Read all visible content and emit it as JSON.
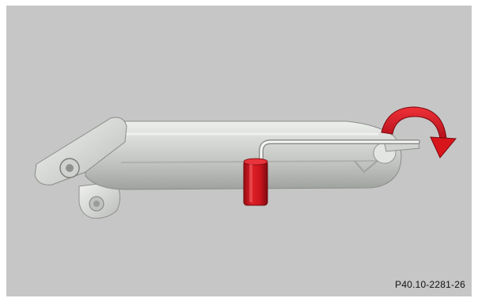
{
  "figure": {
    "code": "P40.10-2281-26"
  },
  "colors": {
    "background": "#c6c6c6",
    "jack_body": "#d4d7d3",
    "handle_red": "#cc1520",
    "arrow_red": "#d9151c",
    "text": "#111111"
  },
  "icons": {
    "rotation": "curved-arrow-clockwise",
    "crank": "crank-handle"
  }
}
